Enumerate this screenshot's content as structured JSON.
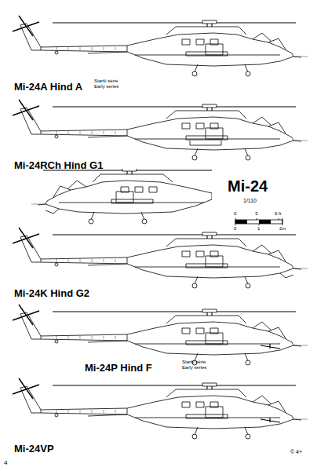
{
  "diagram": {
    "title": "Mi-24",
    "labels": [
      "Mi-24A Hind A",
      "Starší série Early series",
      "Mi-24RCh Hind G1",
      "1/110",
      "0",
      "3",
      "6 ft",
      "0",
      "1",
      "2m",
      "Mi-24K Hind G2",
      "Mi-24P Hind F",
      "Starší série Early series",
      "Mi-24VP",
      "© 4+",
      "4"
    ]
  }
}
